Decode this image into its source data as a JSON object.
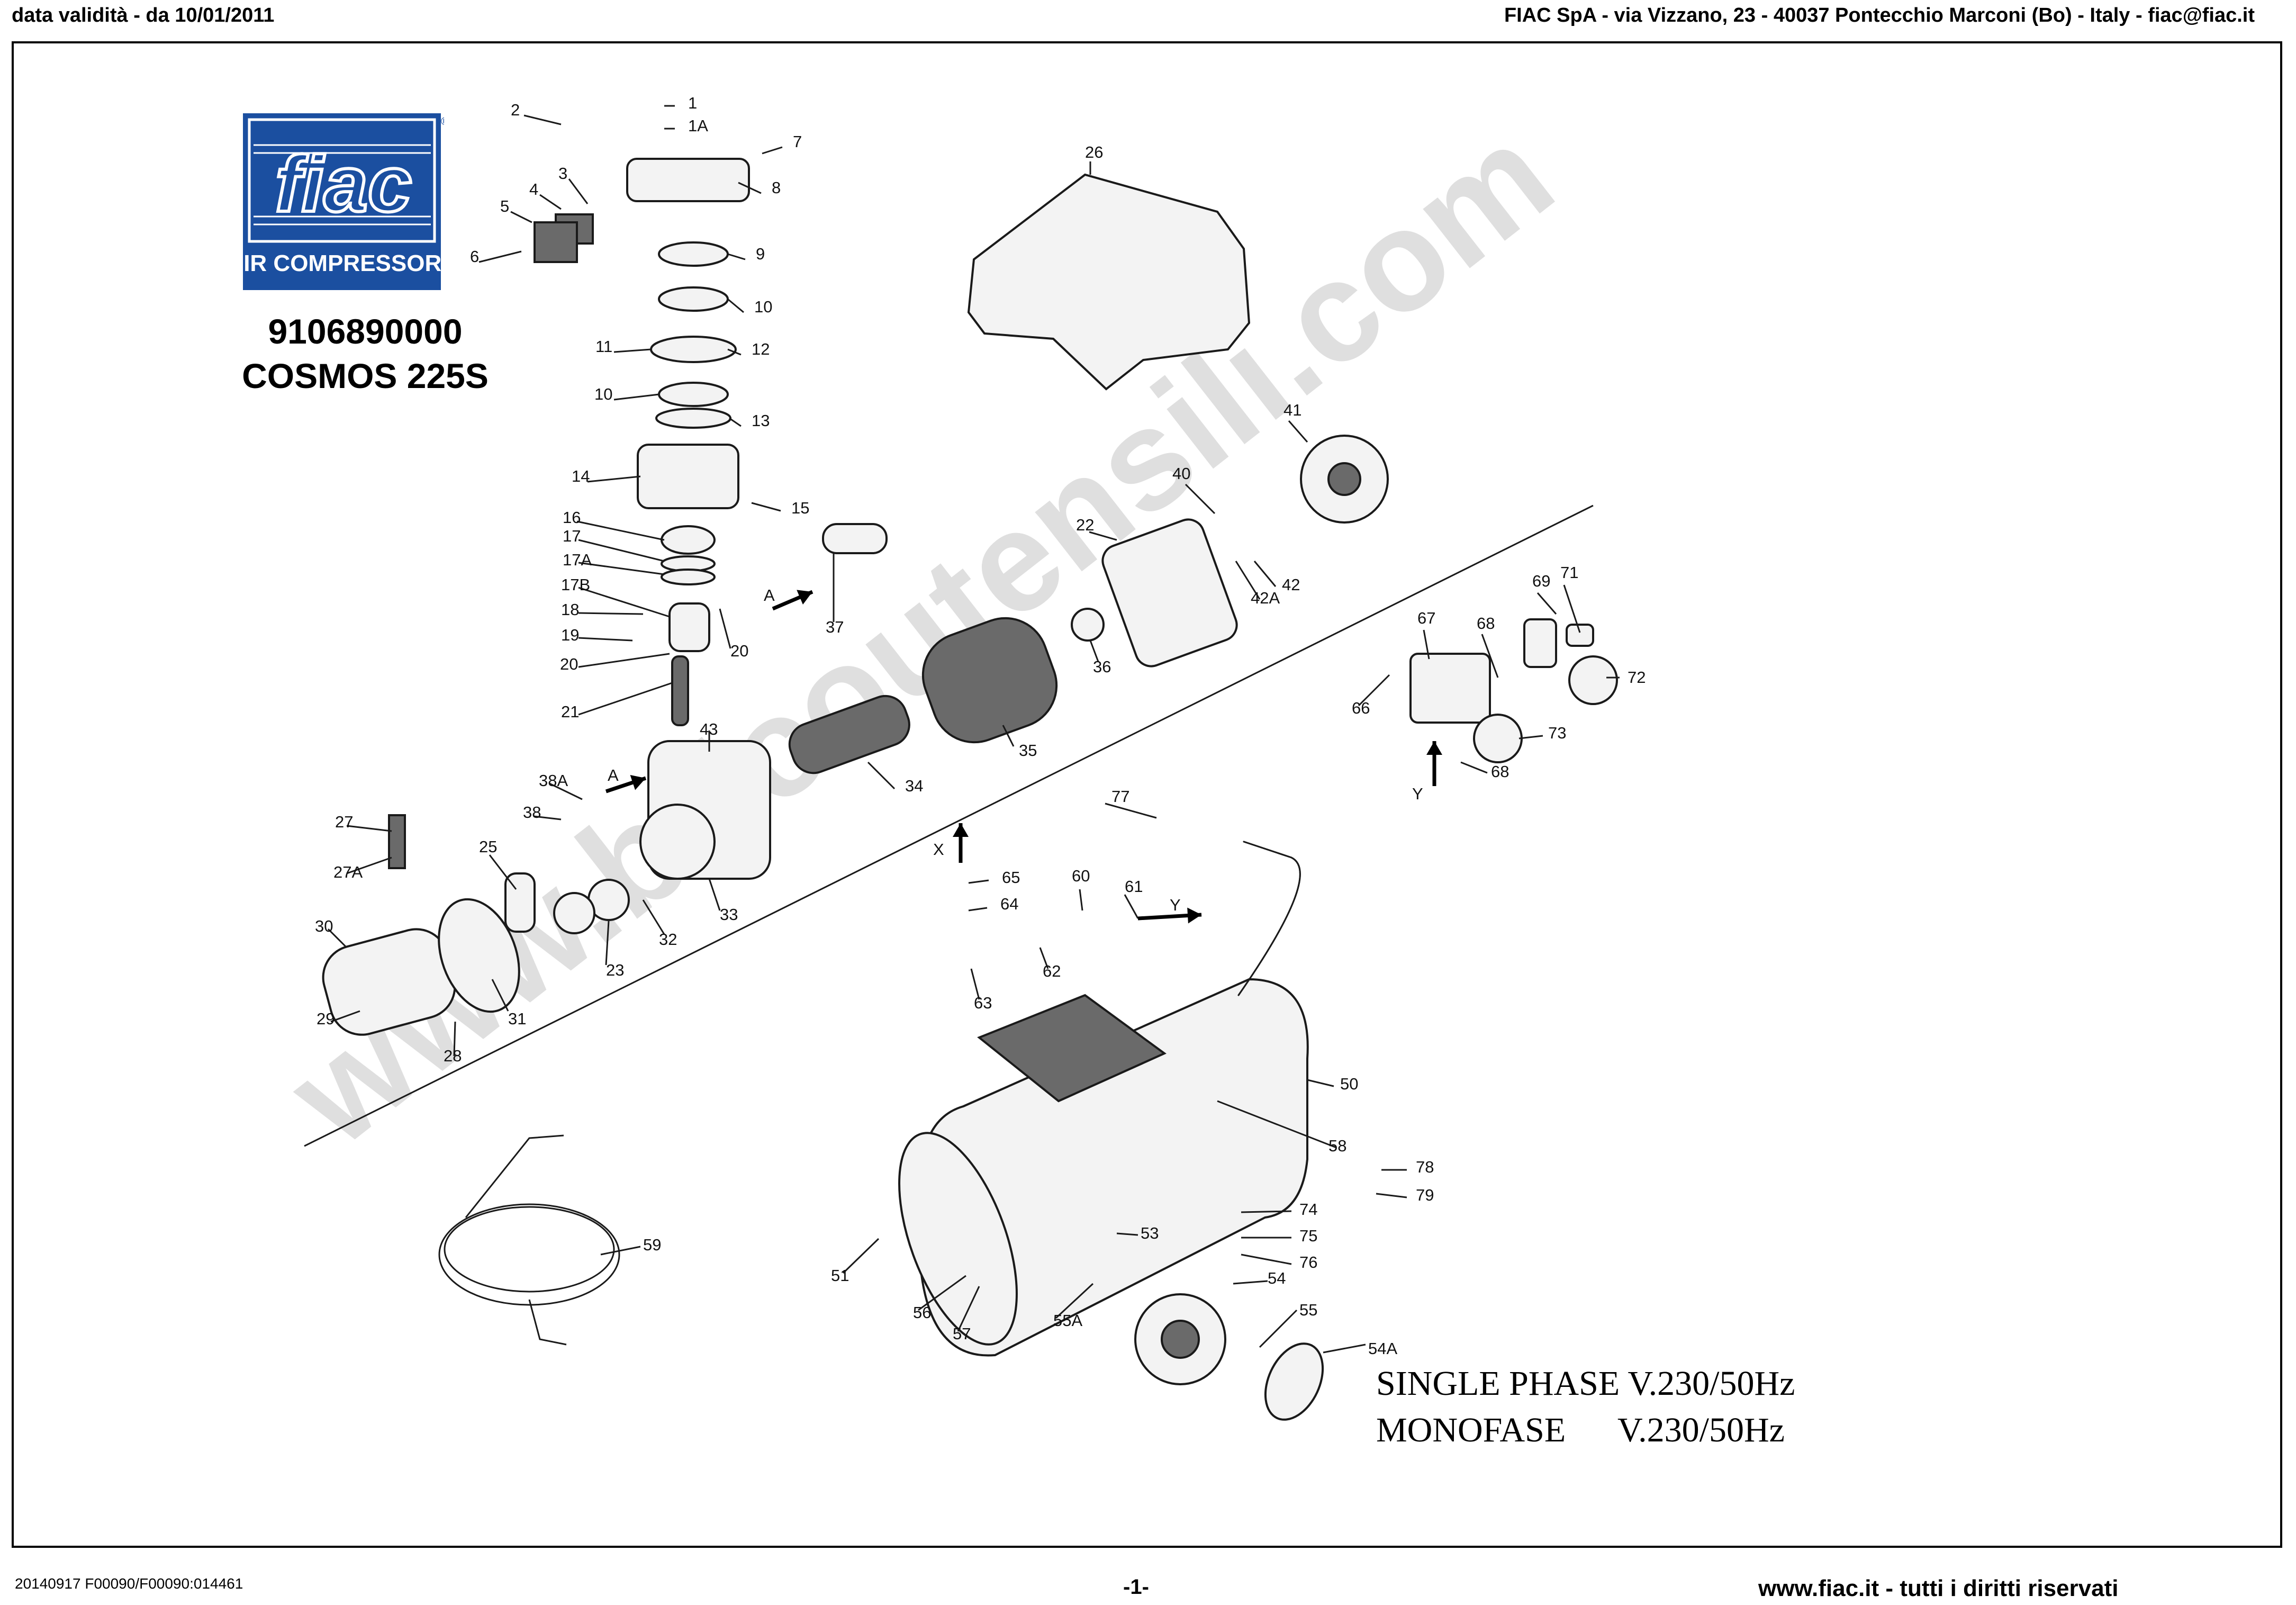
{
  "header": {
    "left": "data validità - da 10/01/2011",
    "right": "FIAC SpA - via Vizzano, 23 - 40037 Pontecchio Marconi (Bo) - Italy - fiac@fiac.it"
  },
  "logo": {
    "brand": "fiac",
    "tagline": "AIR COMPRESSORS",
    "mark": "®",
    "color": "#1b4fa0"
  },
  "model": {
    "code": "9106890000",
    "name": "COSMOS 225S"
  },
  "supply": {
    "line1": "SINGLE PHASE V.230/50Hz",
    "line2": "MONOFASE      V.230/50Hz"
  },
  "watermark": "www.bricoutensili.com",
  "footer": {
    "left": "20140917 F00090/F00090:014461",
    "center": "-1-",
    "right": "www.fiac.it - tutti i diritti riservati"
  },
  "diagram": {
    "callouts": [
      "1",
      "1A",
      "2",
      "3",
      "4",
      "5",
      "6",
      "7",
      "8",
      "9",
      "10",
      "11",
      "12",
      "10",
      "13",
      "14",
      "15",
      "16",
      "17",
      "17A",
      "17B",
      "18",
      "19",
      "20",
      "20",
      "21",
      "22",
      "23",
      "25",
      "26",
      "27",
      "27A",
      "28",
      "29",
      "30",
      "31",
      "32",
      "33",
      "34",
      "35",
      "36",
      "37",
      "38",
      "38A",
      "40",
      "41",
      "42",
      "42A",
      "43",
      "50",
      "51",
      "53",
      "54",
      "54A",
      "55",
      "55A",
      "56",
      "57",
      "58",
      "59",
      "60",
      "61",
      "62",
      "63",
      "64",
      "65",
      "66",
      "67",
      "68",
      "68",
      "69",
      "71",
      "72",
      "73",
      "74",
      "75",
      "76",
      "77",
      "78",
      "79"
    ],
    "arrows": [
      "A",
      "A",
      "X",
      "Y",
      "Y"
    ]
  }
}
